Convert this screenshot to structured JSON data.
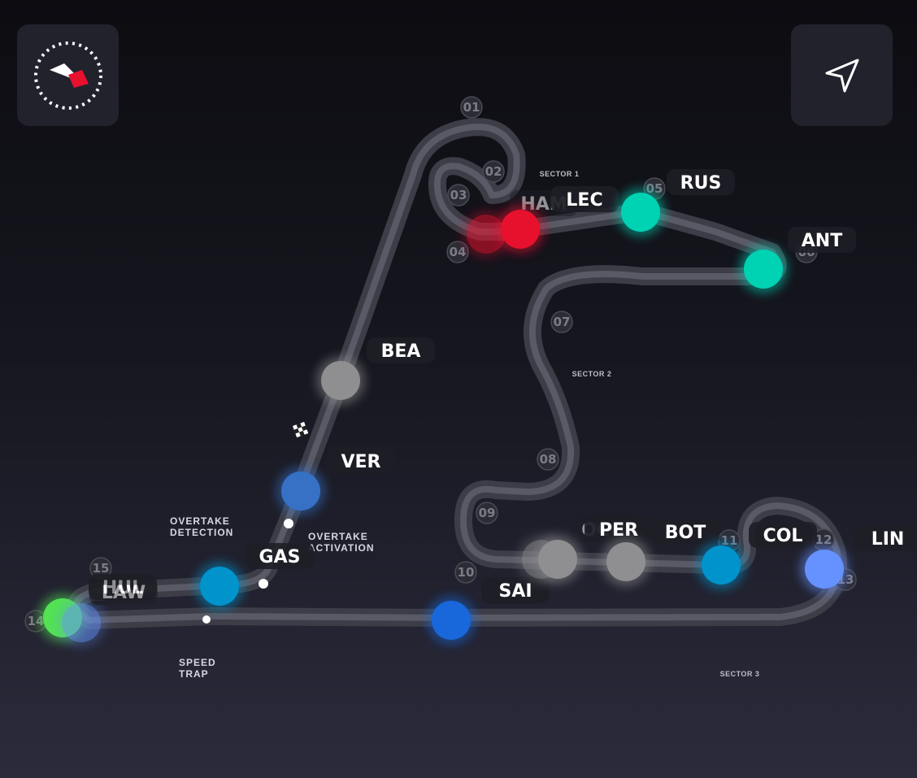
{
  "colors": {
    "track": "#3d3d47",
    "track_edge": "#5a5a66",
    "label_bg": "#1e1e26",
    "ferrari": "#e8112d",
    "mercedes": "#00d2b4",
    "alpine": "#0093cc",
    "haas": "#8f8f92",
    "redbull": "#3671c6",
    "williams": "#1868db",
    "racingbulls": "#6692ff",
    "sauber": "#52e252"
  },
  "toolbar": {
    "logo_icon": "race-logo-icon",
    "nav_icon": "navigation-arrow-icon"
  },
  "turns": [
    "01",
    "02",
    "03",
    "04",
    "05",
    "06",
    "07",
    "08",
    "09",
    "10",
    "11",
    "12",
    "13",
    "14",
    "15"
  ],
  "sectors": [
    "SECTOR 1",
    "SECTOR 2",
    "SECTOR 3"
  ],
  "markers": {
    "overtake_detection": [
      "OVERTAKE",
      "DETECTION"
    ],
    "overtake_activation": [
      "OVERTAKE",
      "ACTIVATION"
    ],
    "speed_trap": [
      "SPEED",
      "TRAP"
    ]
  },
  "drivers": [
    {
      "code": "HAM",
      "team": "ferrari",
      "ghost": true
    },
    {
      "code": "LEC",
      "team": "ferrari"
    },
    {
      "code": "RUS",
      "team": "mercedes"
    },
    {
      "code": "ANT",
      "team": "mercedes"
    },
    {
      "code": "BEA",
      "team": "haas"
    },
    {
      "code": "VER",
      "team": "redbull"
    },
    {
      "code": "GAS",
      "team": "alpine"
    },
    {
      "code": "HUL",
      "team": "sauber"
    },
    {
      "code": "LAW",
      "team": "racingbulls",
      "ghost": true
    },
    {
      "code": "SAI",
      "team": "williams"
    },
    {
      "code": "OCO",
      "team": "haas",
      "ghost": true
    },
    {
      "code": "PER",
      "team": "haas"
    },
    {
      "code": "BOT",
      "team": "haas"
    },
    {
      "code": "COL",
      "team": "alpine"
    },
    {
      "code": "LIN",
      "team": "racingbulls"
    }
  ]
}
